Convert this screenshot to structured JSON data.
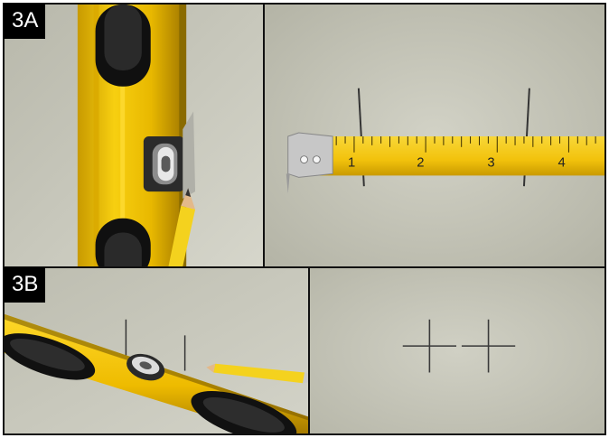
{
  "figure": {
    "labels": {
      "step_3a": "3A",
      "step_3b": "3B"
    },
    "tape_numbers": [
      "1",
      "2",
      "3",
      "4"
    ],
    "colors": {
      "wall": "#c9c9bd",
      "level_yellow": "#f2c400",
      "level_dark": "#1a1a1a",
      "tape_yellow": "#f5c718",
      "pencil_yellow": "#f4d21e",
      "badge_bg": "#000000",
      "badge_text": "#ffffff"
    }
  }
}
